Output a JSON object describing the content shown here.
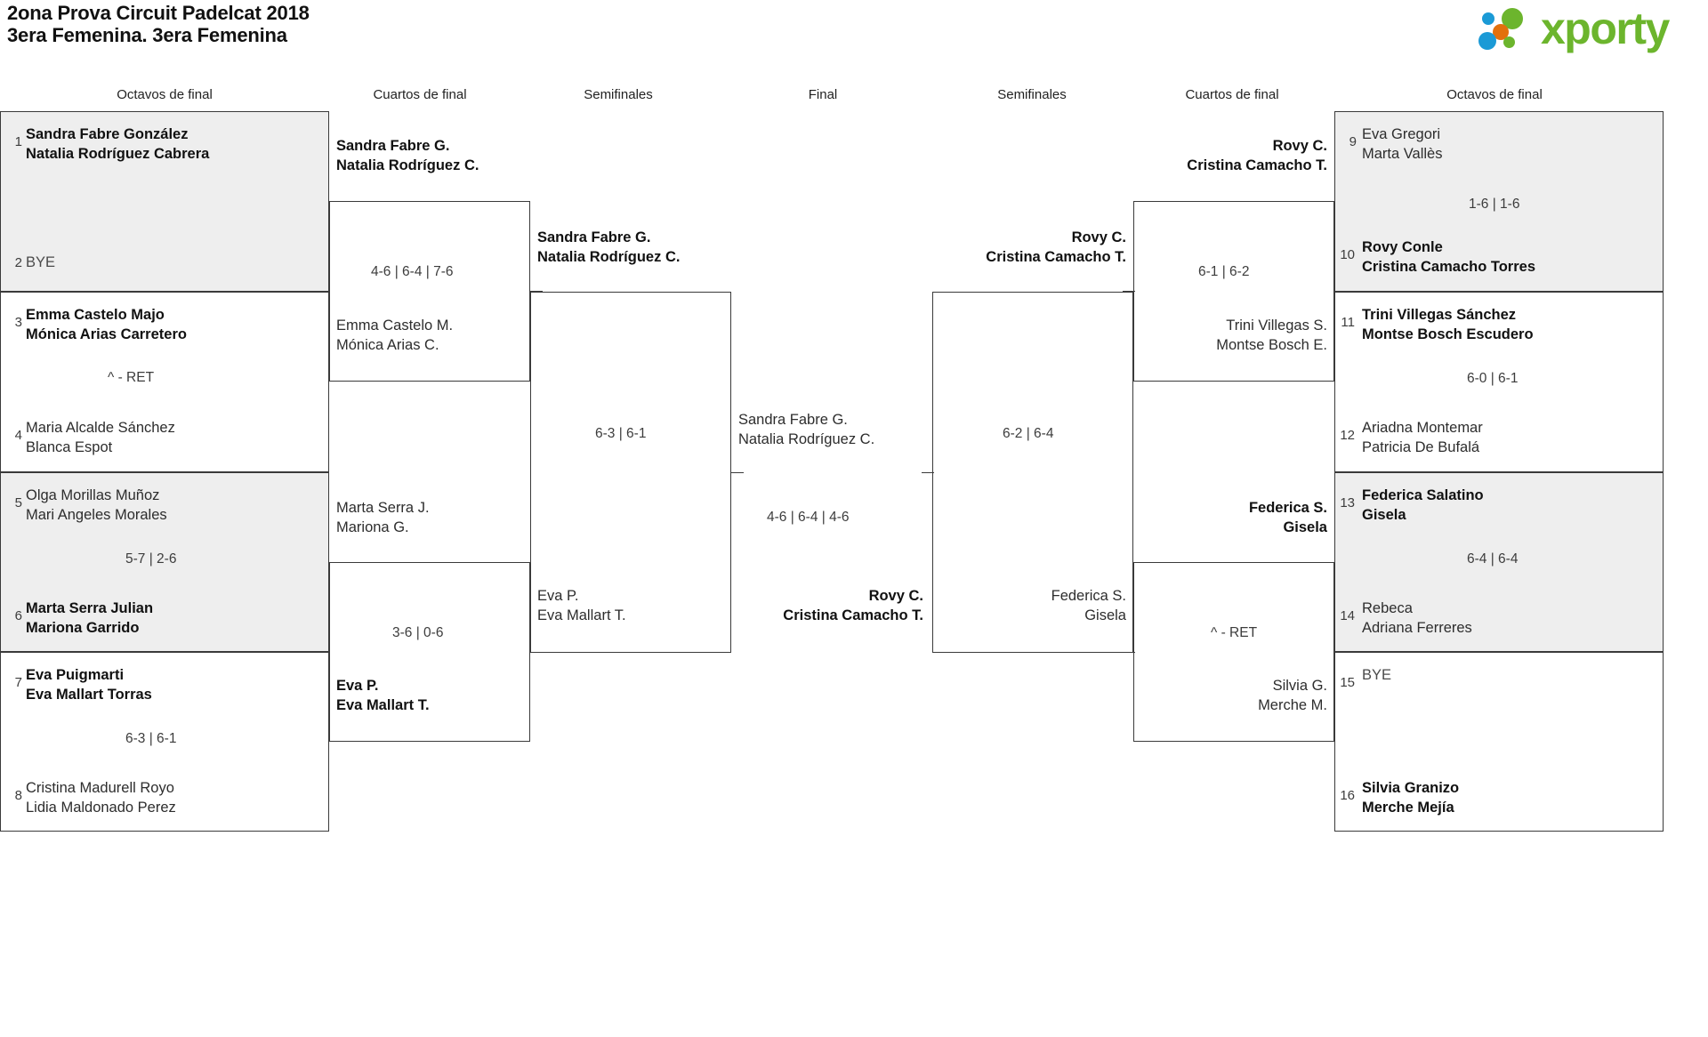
{
  "header": {
    "title_line1": "2ona Prova Circuit Padelcat 2018",
    "title_line2": "3era Femenina. 3era Femenina",
    "logo_text": "xporty",
    "logo_colors": {
      "green": "#6cb52d",
      "orange": "#e2700c",
      "blue": "#1b9ad6"
    }
  },
  "rounds": {
    "left_r16": "Octavos de final",
    "left_qf": "Cuartos de final",
    "left_sf": "Semifinales",
    "final": "Final",
    "right_sf": "Semifinales",
    "right_qf": "Cuartos de final",
    "right_r16": "Octavos de final"
  },
  "left_r16": {
    "m1": {
      "seed_a": "1",
      "a1": "Sandra Fabre González",
      "a2": "Natalia Rodríguez Cabrera",
      "seed_b": "2",
      "b1": "BYE",
      "b2": "",
      "score": ""
    },
    "m2": {
      "seed_a": "3",
      "a1": "Emma Castelo Majo",
      "a2": "Mónica Arias Carretero",
      "seed_b": "4",
      "b1": "Maria Alcalde Sánchez",
      "b2": "Blanca Espot",
      "score": "^ - RET"
    },
    "m3": {
      "seed_a": "5",
      "a1": "Olga Morillas Muñoz",
      "a2": "Mari Angeles Morales",
      "seed_b": "6",
      "b1": "Marta Serra Julian",
      "b2": "Mariona Garrido",
      "score": "5-7 | 2-6"
    },
    "m4": {
      "seed_a": "7",
      "a1": "Eva Puigmarti",
      "a2": "Eva Mallart Torras",
      "seed_b": "8",
      "b1": "Cristina Madurell Royo",
      "b2": "Lidia Maldonado Perez",
      "score": "6-3 | 6-1"
    }
  },
  "left_qf": {
    "m1": {
      "a1": "Sandra Fabre G.",
      "a2": "Natalia Rodríguez C.",
      "b1": "Emma Castelo M.",
      "b2": "Mónica Arias C.",
      "score": "4-6 | 6-4 | 7-6"
    },
    "m2": {
      "a1": "Marta Serra J.",
      "a2": "Mariona G.",
      "b1": "Eva P.",
      "b2": "Eva Mallart T.",
      "score": "3-6 | 0-6"
    }
  },
  "left_sf": {
    "m1": {
      "a1": "Sandra Fabre G.",
      "a2": "Natalia Rodríguez C.",
      "b1": "Eva P.",
      "b2": "Eva Mallart T.",
      "score": "6-3 | 6-1"
    }
  },
  "final": {
    "a1": "Sandra Fabre G.",
    "a2": "Natalia Rodríguez C.",
    "b1": "Rovy C.",
    "b2": "Cristina Camacho T.",
    "score": "4-6 | 6-4 | 4-6"
  },
  "right_sf": {
    "m1": {
      "a1": "Rovy C.",
      "a2": "Cristina Camacho T.",
      "b1": "Federica S.",
      "b2": "Gisela",
      "score": "6-2 | 6-4"
    }
  },
  "right_qf": {
    "m1": {
      "a1": "Rovy C.",
      "a2": "Cristina Camacho T.",
      "b1": "Trini Villegas S.",
      "b2": "Montse Bosch E.",
      "score": "6-1 | 6-2"
    },
    "m2": {
      "a1": "Federica S.",
      "a2": "Gisela",
      "b1": "Silvia G.",
      "b2": "Merche M.",
      "score": "^ - RET"
    }
  },
  "right_r16": {
    "m1": {
      "seed_a": "9",
      "a1": "Eva Gregori",
      "a2": "Marta Vallès",
      "seed_b": "10",
      "b1": "Rovy Conle",
      "b2": "Cristina Camacho Torres",
      "score": "1-6 | 1-6"
    },
    "m2": {
      "seed_a": "11",
      "a1": "Trini Villegas Sánchez",
      "a2": "Montse Bosch Escudero",
      "seed_b": "12",
      "b1": "Ariadna Montemar",
      "b2": "Patricia De Bufalá",
      "score": "6-0 | 6-1"
    },
    "m3": {
      "seed_a": "13",
      "a1": "Federica Salatino",
      "a2": "Gisela",
      "seed_b": "14",
      "b1": "Rebeca",
      "b2": "Adriana Ferreres",
      "score": "6-4 | 6-4"
    },
    "m4": {
      "seed_a": "15",
      "a1": "BYE",
      "a2": "",
      "seed_b": "16",
      "b1": "Silvia Granizo",
      "b2": "Merche Mejía",
      "score": ""
    }
  }
}
